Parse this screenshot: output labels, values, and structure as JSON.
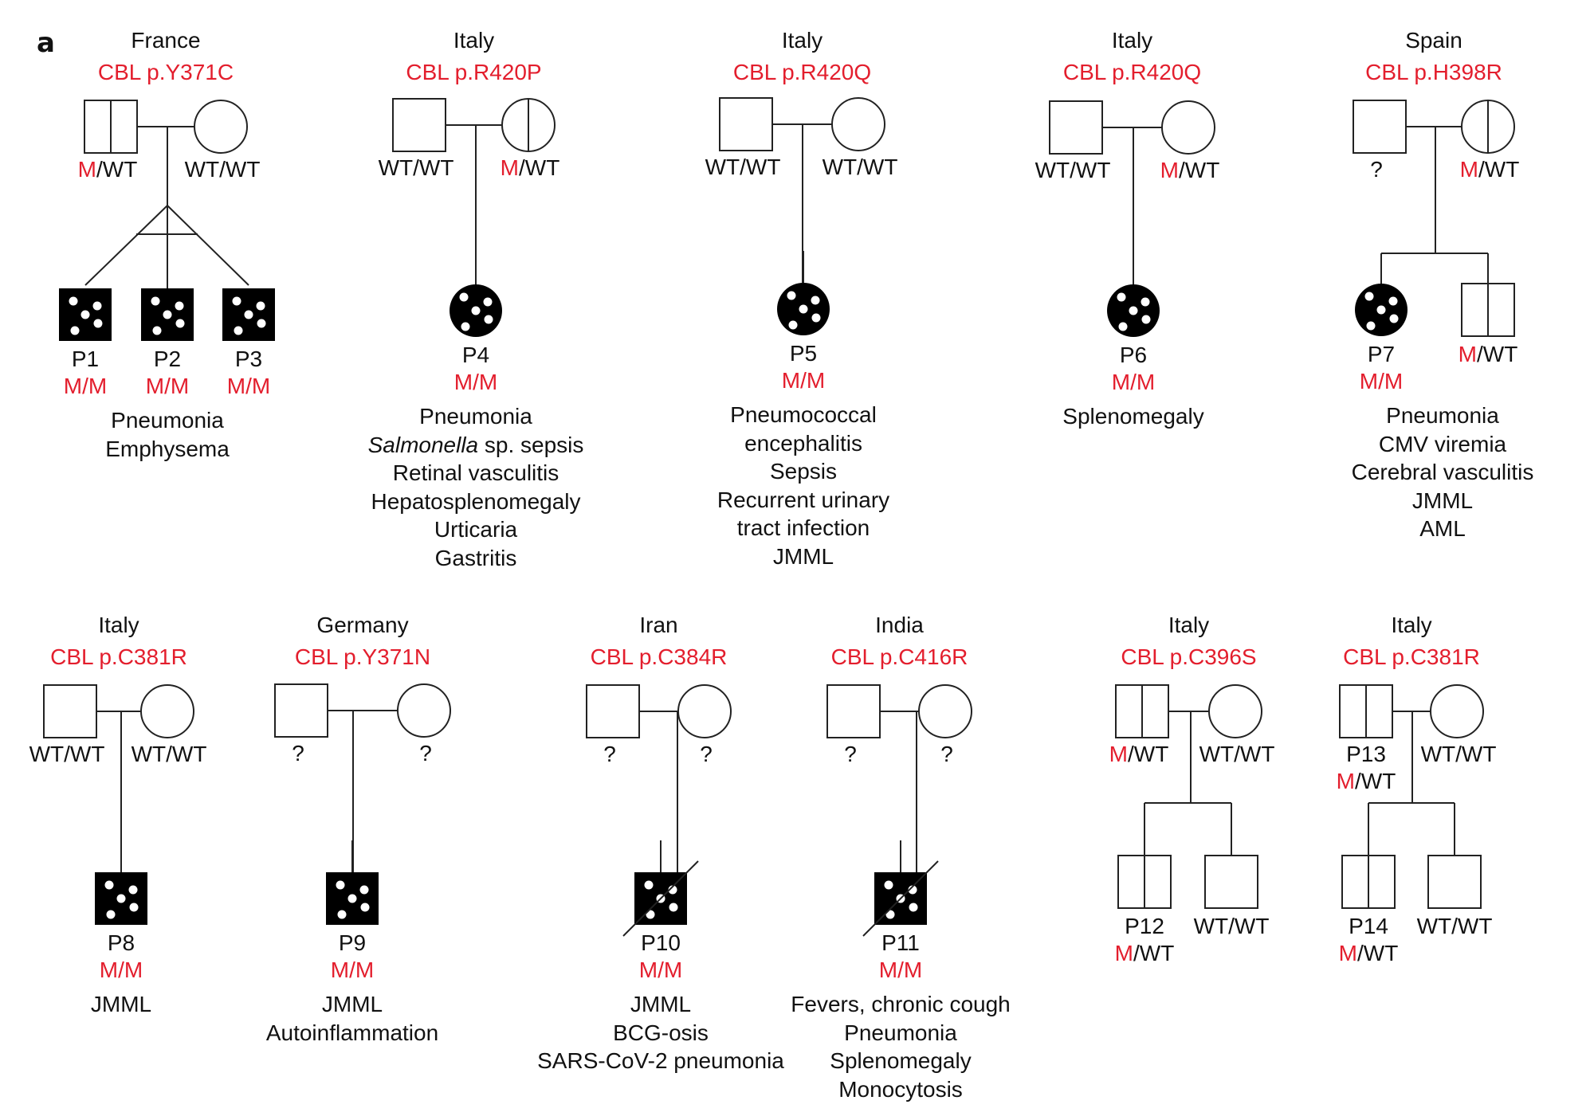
{
  "panel_label": "a",
  "colors": {
    "mutation": "#e31e2d",
    "text": "#111111",
    "line": "#222222"
  },
  "families": [
    {
      "country": "France",
      "variant": "CBL p.Y371C",
      "father": {
        "status": "carrier",
        "genotype": [
          "M",
          "/WT"
        ]
      },
      "mother": {
        "status": "unaffected",
        "genotype": [
          "",
          "WT/WT"
        ]
      },
      "children": [
        {
          "id": "P1",
          "sex": "male",
          "status": "affected",
          "genotype": "M/M"
        },
        {
          "id": "P2",
          "sex": "male",
          "status": "affected",
          "genotype": "M/M"
        },
        {
          "id": "P3",
          "sex": "male",
          "status": "affected",
          "genotype": "M/M"
        }
      ],
      "twins": "monozygotic-triplets",
      "phenotypes": [
        "Pneumonia",
        "Emphysema"
      ]
    },
    {
      "country": "Italy",
      "variant": "CBL p.R420P",
      "father": {
        "status": "unaffected",
        "genotype": [
          "",
          "WT/WT"
        ]
      },
      "mother": {
        "status": "carrier",
        "genotype": [
          "M",
          "/WT"
        ]
      },
      "children": [
        {
          "id": "P4",
          "sex": "female",
          "status": "affected",
          "genotype": "M/M"
        }
      ],
      "phenotypes": [
        "Pneumonia",
        "Salmonella| sp. sepsis",
        "Retinal vasculitis",
        "Hepatosplenomegaly",
        "Urticaria",
        "Gastritis"
      ]
    },
    {
      "country": "Italy",
      "variant": "CBL p.R420Q",
      "father": {
        "status": "unaffected",
        "genotype": [
          "",
          "WT/WT"
        ]
      },
      "mother": {
        "status": "unaffected",
        "genotype": [
          "",
          "WT/WT"
        ]
      },
      "children": [
        {
          "id": "P5",
          "sex": "female",
          "status": "affected",
          "genotype": "M/M"
        }
      ],
      "phenotypes": [
        "Pneumococcal",
        "encephalitis",
        "Sepsis",
        "Recurrent urinary",
        "tract infection",
        "JMML"
      ]
    },
    {
      "country": "Italy",
      "variant": "CBL p.R420Q",
      "father": {
        "status": "unaffected",
        "genotype": [
          "",
          "WT/WT"
        ]
      },
      "mother": {
        "status": "unaffected",
        "genotype": [
          "M",
          "/WT"
        ]
      },
      "children": [
        {
          "id": "P6",
          "sex": "female",
          "status": "affected",
          "genotype": "M/M"
        }
      ],
      "phenotypes": [
        "Splenomegaly"
      ]
    },
    {
      "country": "Spain",
      "variant": "CBL p.H398R",
      "father": {
        "status": "unaffected",
        "genotype": [
          "",
          "?"
        ]
      },
      "mother": {
        "status": "carrier",
        "genotype": [
          "M",
          "/WT"
        ]
      },
      "children": [
        {
          "id": "P7",
          "sex": "female",
          "status": "affected",
          "genotype": "M/M"
        },
        {
          "id": "",
          "sex": "male",
          "status": "carrier",
          "genotype": "M/WT"
        }
      ],
      "phenotypes": [
        "Pneumonia",
        "CMV viremia",
        "Cerebral vasculitis",
        "JMML",
        "AML"
      ]
    },
    {
      "country": "Italy",
      "variant": "CBL p.C381R",
      "father": {
        "status": "unaffected",
        "genotype": [
          "",
          "WT/WT"
        ]
      },
      "mother": {
        "status": "unaffected",
        "genotype": [
          "",
          "WT/WT"
        ]
      },
      "children": [
        {
          "id": "P8",
          "sex": "male",
          "status": "affected",
          "genotype": "M/M"
        }
      ],
      "phenotypes": [
        "JMML"
      ]
    },
    {
      "country": "Germany",
      "variant": "CBL p.Y371N",
      "father": {
        "status": "unaffected",
        "genotype": [
          "",
          "?"
        ]
      },
      "mother": {
        "status": "unaffected",
        "genotype": [
          "",
          "?"
        ]
      },
      "children": [
        {
          "id": "P9",
          "sex": "male",
          "status": "affected",
          "genotype": "M/M"
        }
      ],
      "phenotypes": [
        "JMML",
        "Autoinflammation"
      ]
    },
    {
      "country": "Iran",
      "variant": "CBL p.C384R",
      "father": {
        "status": "unaffected",
        "genotype": [
          "",
          "?"
        ]
      },
      "mother": {
        "status": "unaffected",
        "genotype": [
          "",
          "?"
        ]
      },
      "children": [
        {
          "id": "P10",
          "sex": "male",
          "status": "affected-deceased",
          "genotype": "M/M"
        }
      ],
      "phenotypes": [
        "JMML",
        "BCG-osis",
        "SARS-CoV-2 pneumonia"
      ]
    },
    {
      "country": "India",
      "variant": "CBL p.C416R",
      "father": {
        "status": "unaffected",
        "genotype": [
          "",
          "?"
        ]
      },
      "mother": {
        "status": "unaffected",
        "genotype": [
          "",
          "?"
        ]
      },
      "children": [
        {
          "id": "P11",
          "sex": "male",
          "status": "affected-deceased",
          "genotype": "M/M"
        }
      ],
      "phenotypes": [
        "Fevers, chronic cough",
        "Pneumonia",
        "Splenomegaly",
        "Monocytosis"
      ]
    },
    {
      "country": "Italy",
      "variant": "CBL p.C396S",
      "father": {
        "status": "carrier",
        "genotype": [
          "M",
          "/WT"
        ]
      },
      "mother": {
        "status": "unaffected",
        "genotype": [
          "",
          "WT/WT"
        ]
      },
      "children": [
        {
          "id": "P12",
          "sex": "male",
          "status": "carrier",
          "genotype": "M/WT"
        },
        {
          "id": "",
          "sex": "male",
          "status": "unaffected",
          "genotype": "WT/WT"
        }
      ],
      "phenotypes": []
    },
    {
      "country": "Italy",
      "variant": "CBL p.C381R",
      "father": {
        "id": "P13",
        "status": "carrier",
        "genotype": [
          "M",
          "/WT"
        ]
      },
      "mother": {
        "status": "unaffected",
        "genotype": [
          "",
          "WT/WT"
        ]
      },
      "children": [
        {
          "id": "P14",
          "sex": "male",
          "status": "carrier",
          "genotype": "M/WT"
        },
        {
          "id": "",
          "sex": "male",
          "status": "unaffected",
          "genotype": "WT/WT"
        }
      ],
      "phenotypes": []
    }
  ]
}
